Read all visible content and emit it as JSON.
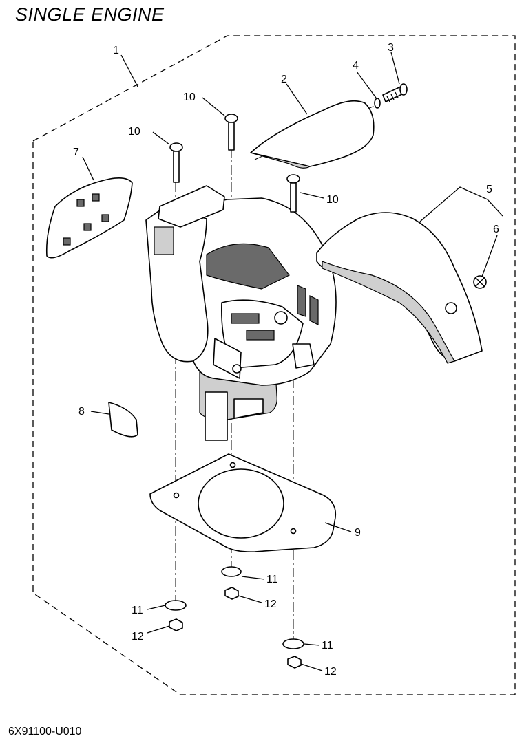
{
  "title": "SINGLE ENGINE",
  "diagram_code": "6X91100-U010",
  "callouts": {
    "c1": "1",
    "c2": "2",
    "c3": "3",
    "c4": "4",
    "c5": "5",
    "c6": "6",
    "c7": "7",
    "c8": "8",
    "c9": "9",
    "c10a": "10",
    "c10b": "10",
    "c10c": "10",
    "c11a": "11",
    "c11b": "11",
    "c11c": "11",
    "c12a": "12",
    "c12b": "12",
    "c12c": "12"
  }
}
